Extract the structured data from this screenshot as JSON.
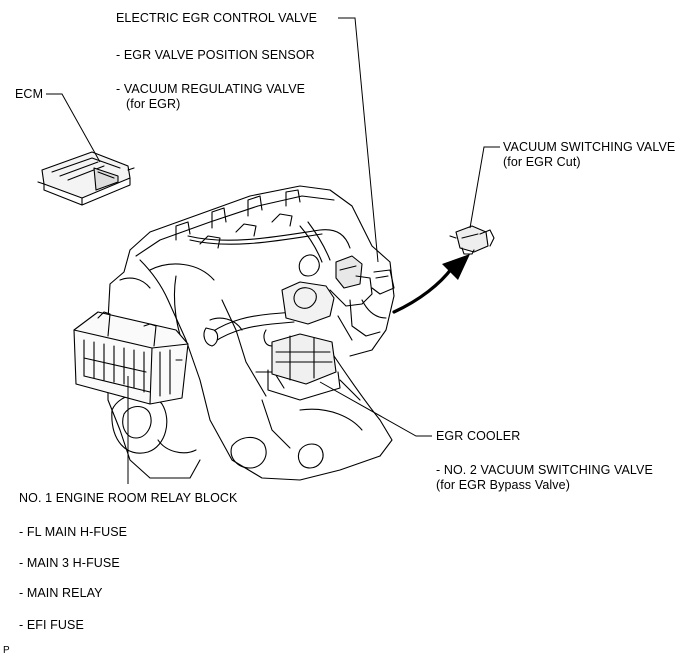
{
  "labels": {
    "egr_valve": "ELECTRIC EGR CONTROL VALVE",
    "egr_sensor": "- EGR VALVE POSITION SENSOR",
    "vac_reg_1": "- VACUUM REGULATING VALVE",
    "vac_reg_2": "(for EGR)",
    "ecm": "ECM",
    "vsv_1": "VACUUM SWITCHING VALVE",
    "vsv_2": "(for EGR Cut)",
    "egr_cooler": "EGR COOLER",
    "vsv2_1": "- NO. 2 VACUUM SWITCHING VALVE",
    "vsv2_2": "(for EGR Bypass Valve)",
    "relay_block": "NO. 1 ENGINE ROOM RELAY BLOCK",
    "fl_main": "- FL MAIN H-FUSE",
    "main3": "- MAIN 3 H-FUSE",
    "main_relay": "- MAIN RELAY",
    "efi_fuse": "- EFI FUSE",
    "corner_mark": "P"
  }
}
